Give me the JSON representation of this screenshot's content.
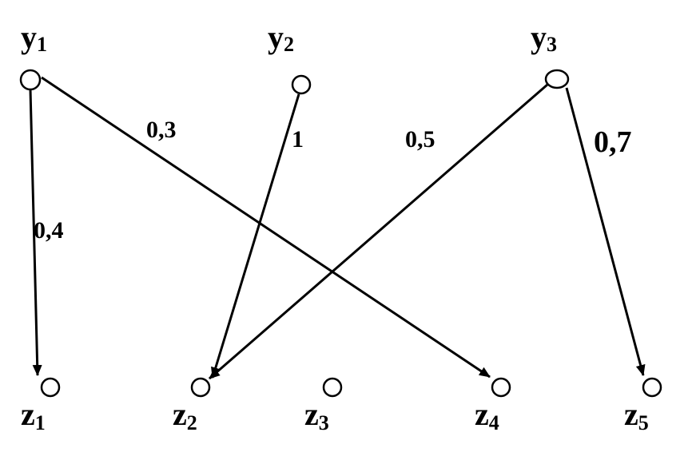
{
  "source_nodes": [
    {
      "id": "y1",
      "letter": "y",
      "index": "1"
    },
    {
      "id": "y2",
      "letter": "y",
      "index": "2"
    },
    {
      "id": "y3",
      "letter": "y",
      "index": "3"
    }
  ],
  "target_nodes": [
    {
      "id": "z1",
      "letter": "z",
      "index": "1"
    },
    {
      "id": "z2",
      "letter": "z",
      "index": "2"
    },
    {
      "id": "z3",
      "letter": "z",
      "index": "3"
    },
    {
      "id": "z4",
      "letter": "z",
      "index": "4"
    },
    {
      "id": "z5",
      "letter": "z",
      "index": "5"
    }
  ],
  "edges": [
    {
      "from": "y1",
      "to": "z1",
      "weight": "0,4"
    },
    {
      "from": "y1",
      "to": "z4",
      "weight": "0,3"
    },
    {
      "from": "y2",
      "to": "z2",
      "weight": "1"
    },
    {
      "from": "y3",
      "to": "z2",
      "weight": "0,5"
    },
    {
      "from": "y3",
      "to": "z5",
      "weight": "0,7"
    }
  ]
}
